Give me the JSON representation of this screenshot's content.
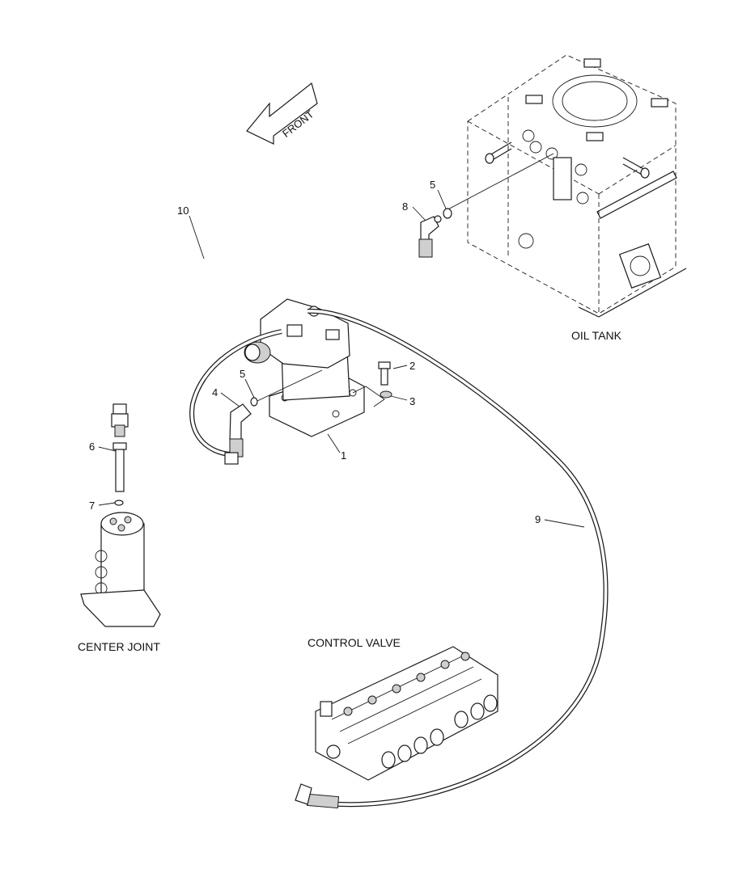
{
  "orientation": {
    "label": "FRONT"
  },
  "components": {
    "oil_tank": "OIL TANK",
    "center_joint": "CENTER JOINT",
    "control_valve": "CONTROL VALVE"
  },
  "callouts": [
    {
      "id": "c1",
      "text": "1"
    },
    {
      "id": "c2",
      "text": "2"
    },
    {
      "id": "c3",
      "text": "3"
    },
    {
      "id": "c4",
      "text": "4"
    },
    {
      "id": "c5a",
      "text": "5"
    },
    {
      "id": "c5b",
      "text": "5"
    },
    {
      "id": "c6",
      "text": "6"
    },
    {
      "id": "c7",
      "text": "7"
    },
    {
      "id": "c8",
      "text": "8"
    },
    {
      "id": "c9",
      "text": "9"
    },
    {
      "id": "c10",
      "text": "10"
    }
  ]
}
